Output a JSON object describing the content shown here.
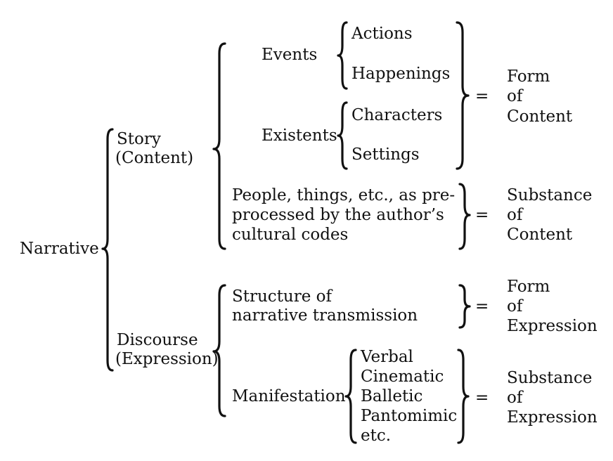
{
  "root": "Narrative",
  "story": {
    "title": "Story",
    "subtitle": "(Content)",
    "events": {
      "label": "Events",
      "items": [
        "Actions",
        "Happenings"
      ]
    },
    "existents": {
      "label": "Existents",
      "items": [
        "Characters",
        "Settings"
      ]
    },
    "form_of_content": {
      "equals": "=",
      "lines": [
        "Form",
        "of",
        "Content"
      ]
    },
    "substance_text": [
      "People, things, etc., as pre-",
      "processed by the author’s",
      "cultural codes"
    ],
    "substance_of_content": {
      "equals": "=",
      "lines": [
        "Substance",
        "of",
        "Content"
      ]
    }
  },
  "discourse": {
    "title": "Discourse",
    "subtitle": "(Expression)",
    "structure_text": [
      "Structure of",
      "narrative transmission"
    ],
    "form_of_expression": {
      "equals": "=",
      "lines": [
        "Form",
        "of",
        "Expression"
      ]
    },
    "manifestation": {
      "label": "Manifestation",
      "items": [
        "Verbal",
        "Cinematic",
        "Balletic",
        "Pantomimic",
        "etc."
      ]
    },
    "substance_of_expression": {
      "equals": "=",
      "lines": [
        "Substance",
        "of",
        "Expression"
      ]
    }
  }
}
